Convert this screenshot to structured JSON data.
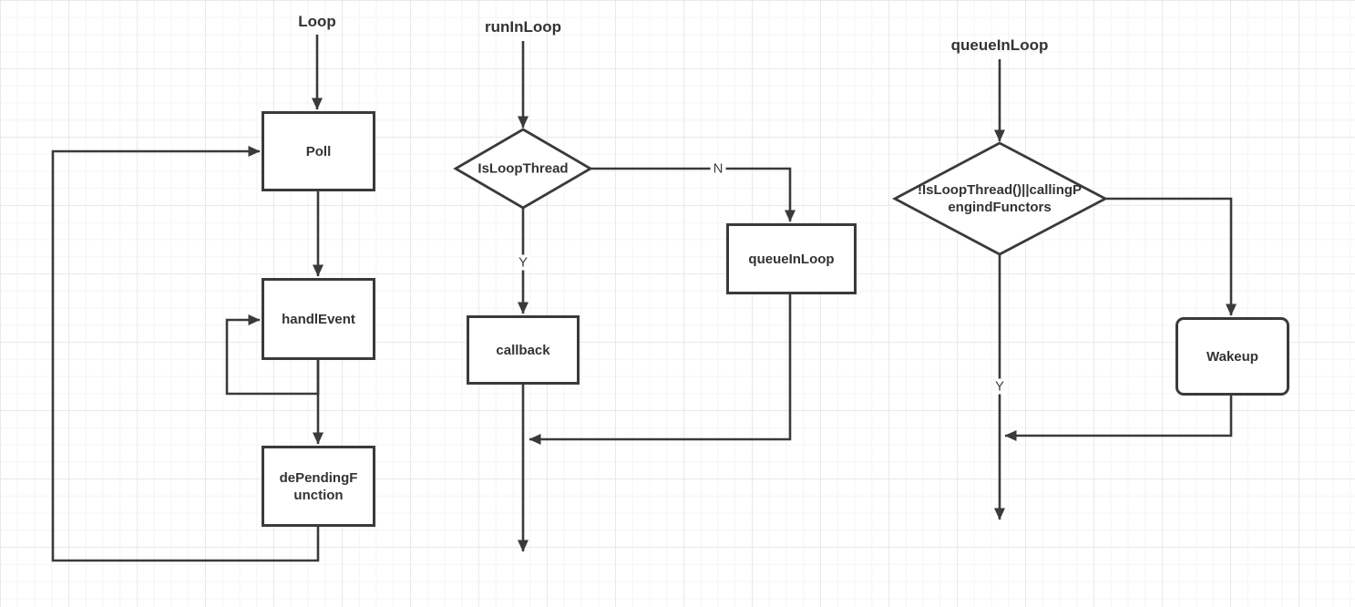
{
  "canvas": {
    "background_color": "#ffffff",
    "grid_minor_color": "#f4f4f4",
    "grid_major_color": "#e9e9e9",
    "stroke_color": "#3a3a3a",
    "text_color": "#333333"
  },
  "loop_chart": {
    "title": "Loop",
    "poll_label": "Poll",
    "handl_event_label": "handlEvent",
    "de_pending_function_line1": "dePendingF",
    "de_pending_function_line2": "unction"
  },
  "run_in_loop_chart": {
    "title": "runInLoop",
    "decision_label": "IsLoopThread",
    "no_label": "N",
    "yes_label": "Y",
    "queue_in_loop_label": "queueInLoop",
    "callback_label": "callback"
  },
  "queue_in_loop_chart": {
    "title": "queueInLoop",
    "decision_line1": "!IsLoopThread()||callingP",
    "decision_line2": "engindFunctors",
    "yes_label": "Y",
    "wakeup_label": "Wakeup"
  }
}
